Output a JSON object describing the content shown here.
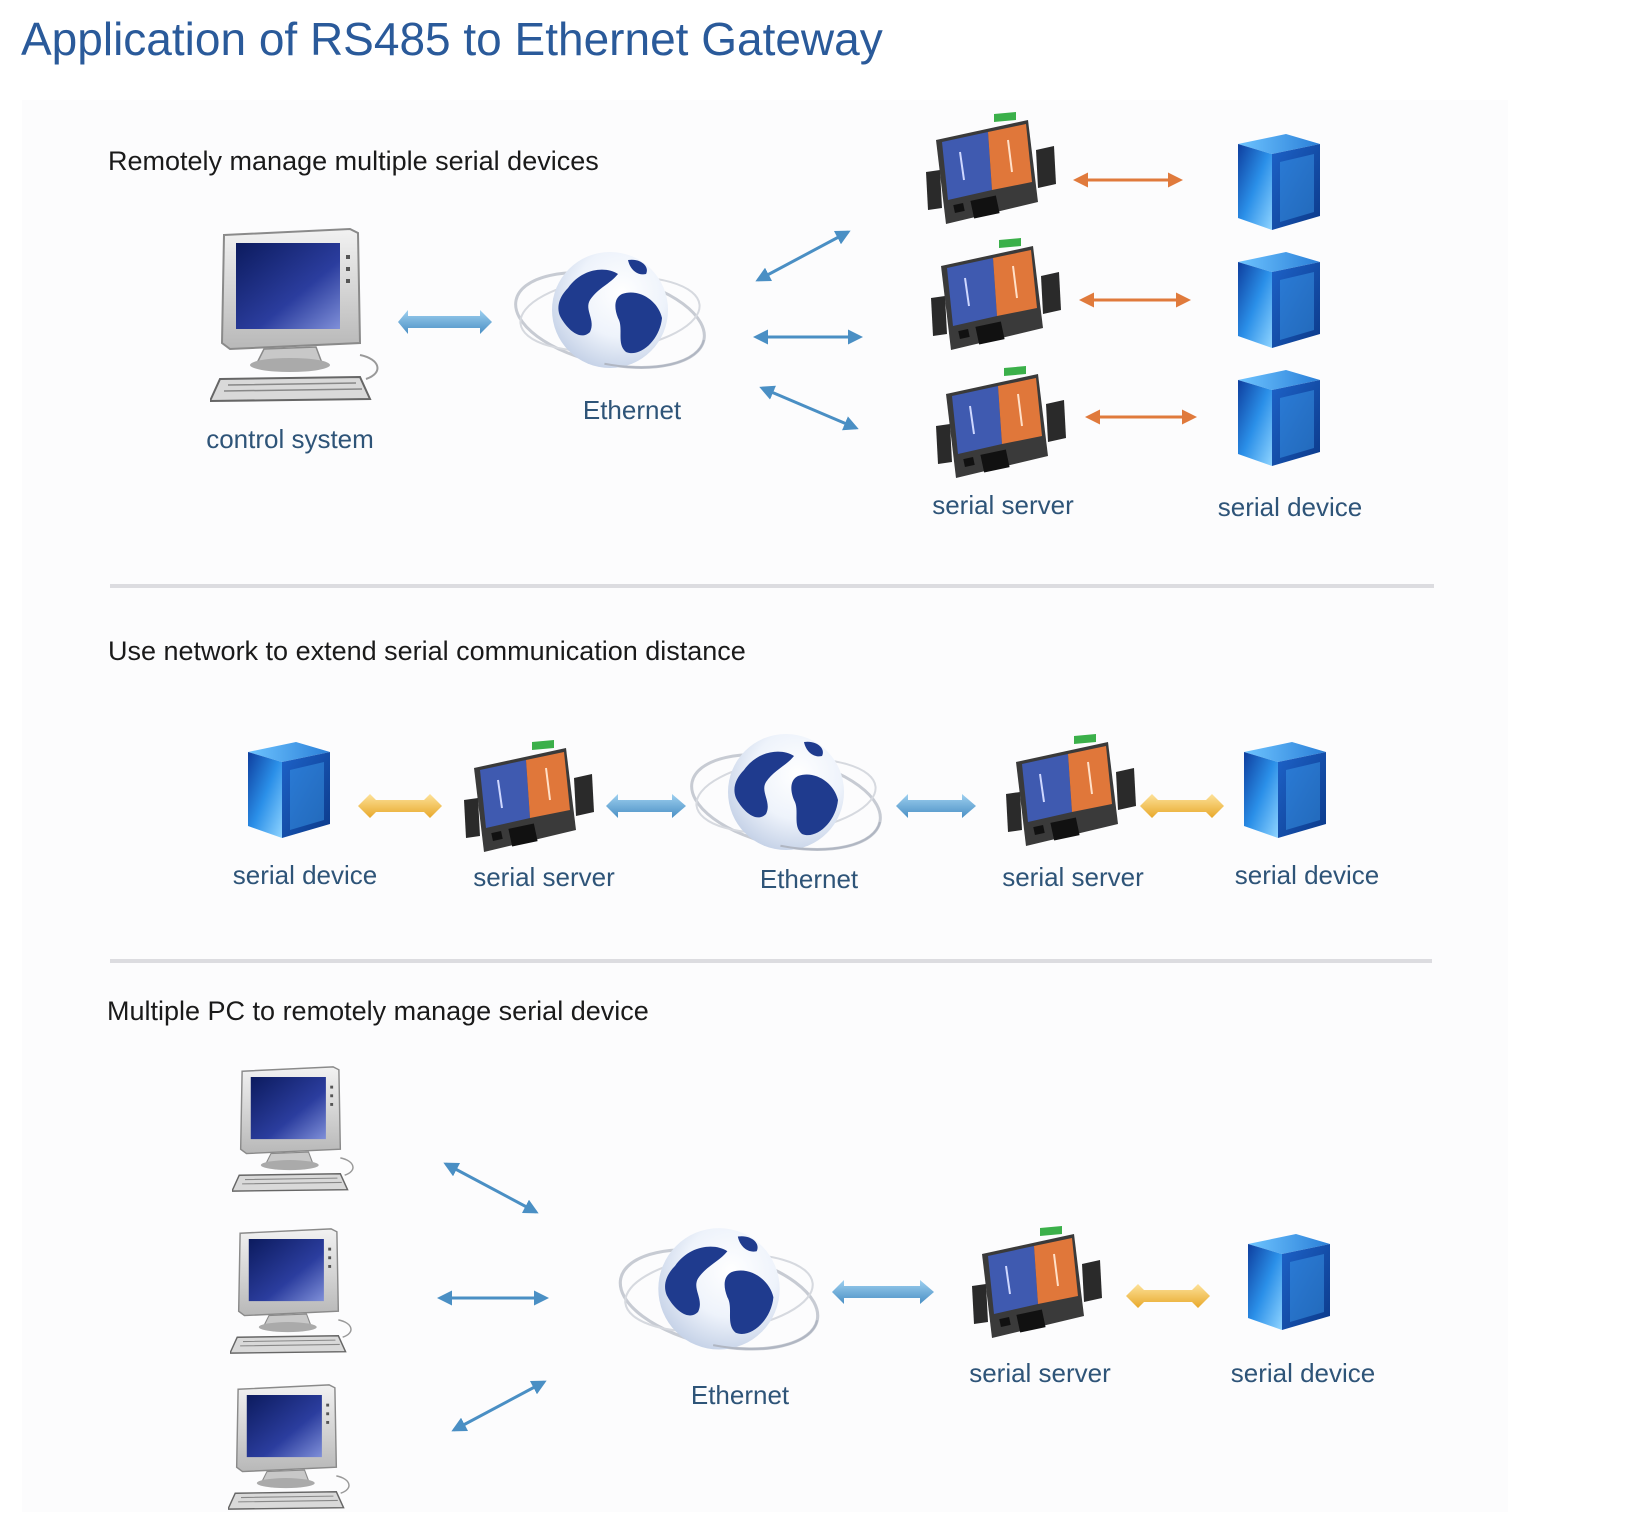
{
  "title": "Application of RS485 to Ethernet Gateway",
  "sections": [
    {
      "title": "Remotely manage multiple serial devices",
      "labels": {
        "control": "control system",
        "ethernet": "Ethernet",
        "server": "serial server",
        "device": "serial device"
      }
    },
    {
      "title": "Use network to extend serial communication distance",
      "labels": {
        "device_left": "serial device",
        "server_left": "serial server",
        "ethernet": "Ethernet",
        "server_right": "serial server",
        "device_right": "serial device"
      }
    },
    {
      "title": "Multiple PC to remotely manage serial device",
      "labels": {
        "ethernet": "Ethernet",
        "server": "serial server",
        "device": "serial device"
      }
    }
  ],
  "colors": {
    "title": "#2a5a9a",
    "label": "#2e5478",
    "arrow_blue": "#4a8fc4",
    "arrow_orange": "#e07a3c",
    "arrow_gold": "#f2c24a",
    "cube": "#1f6fd0"
  }
}
